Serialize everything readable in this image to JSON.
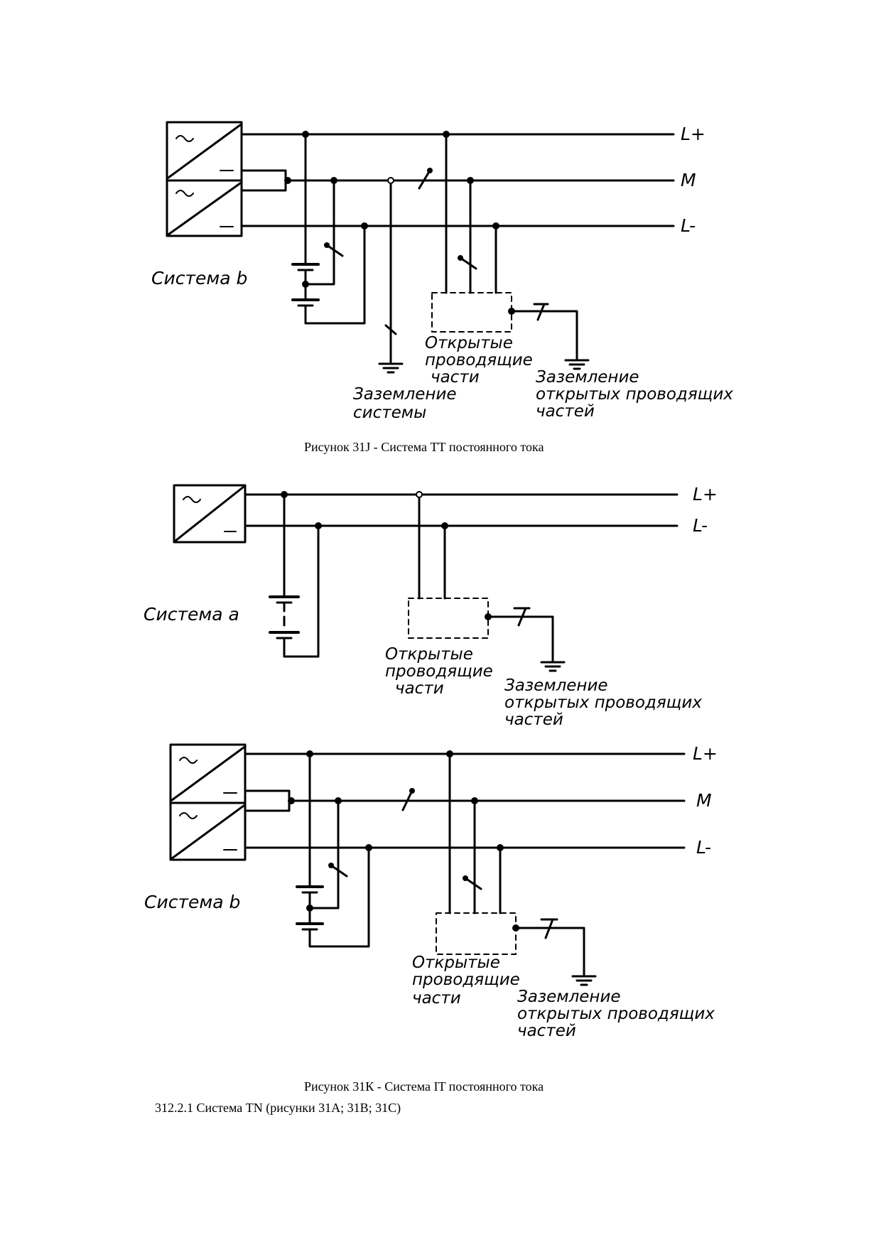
{
  "figure_j": {
    "caption": "Рисунок 31J - Система ТТ постоянного тока",
    "system_label": "Система b",
    "line_labels": [
      "L+",
      "M",
      "L-"
    ],
    "exposed_parts": [
      "Открытые",
      "проводящие",
      "части"
    ],
    "system_earthing": [
      "Заземление",
      "системы"
    ],
    "exposed_earthing": [
      "Заземление",
      "открытых проводящих",
      "частей"
    ]
  },
  "figure_k_a": {
    "system_label": "Система a",
    "line_labels": [
      "L+",
      "L-"
    ],
    "exposed_parts": [
      "Открытые",
      "проводящие",
      "части"
    ],
    "exposed_earthing": [
      "Заземление",
      "открытых проводящих",
      "частей"
    ]
  },
  "figure_k_b": {
    "caption": "Рисунок 31К - Система IT постоянного тока",
    "system_label": "Система b",
    "line_labels": [
      "L+",
      "M",
      "L-"
    ],
    "exposed_parts": [
      "Открытые",
      "проводящие",
      "части"
    ],
    "exposed_earthing": [
      "Заземление",
      "открытых проводящих",
      "частей"
    ]
  },
  "footer_text": "312.2.1 Система TN (рисунки 31А; 31В; 31С)"
}
